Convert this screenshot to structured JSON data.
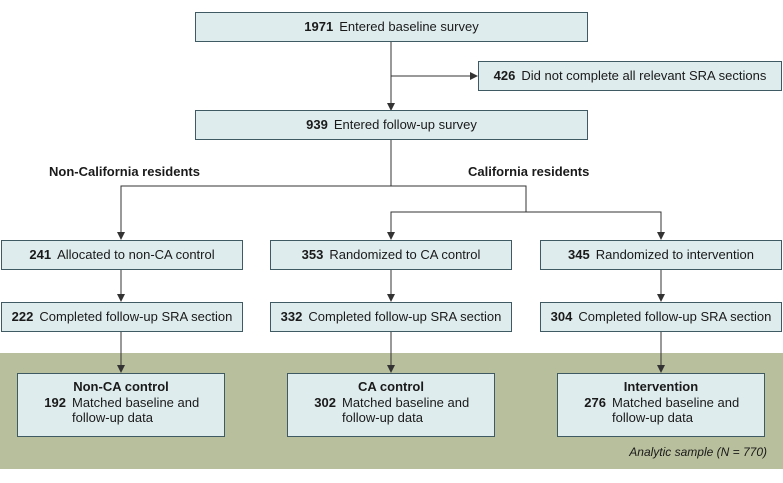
{
  "nodes": {
    "baseline": {
      "num": "1971",
      "text": "Entered baseline survey"
    },
    "excluded": {
      "num": "426",
      "text": "Did not complete all relevant SRA sections"
    },
    "followup": {
      "num": "939",
      "text": "Entered follow-up survey"
    },
    "noncaAlloc": {
      "num": "241",
      "text": "Allocated to non-CA control"
    },
    "caRand": {
      "num": "353",
      "text": "Randomized to CA control"
    },
    "intRand": {
      "num": "345",
      "text": "Randomized to intervention"
    },
    "noncaComp": {
      "num": "222",
      "text": "Completed follow-up SRA section"
    },
    "caComp": {
      "num": "332",
      "text": "Completed follow-up SRA section"
    },
    "intComp": {
      "num": "304",
      "text": "Completed follow-up SRA section"
    }
  },
  "finals": {
    "nonca": {
      "title": "Non-CA control",
      "num": "192",
      "text": "Matched baseline and follow-up data"
    },
    "ca": {
      "title": "CA control",
      "num": "302",
      "text": "Matched baseline and follow-up data"
    },
    "int": {
      "title": "Intervention",
      "num": "276",
      "text": "Matched baseline and follow-up data"
    }
  },
  "labels": {
    "nonca_residents": "Non-California residents",
    "ca_residents": "California residents",
    "analytic": "Analytic sample (N = 770)"
  },
  "colors": {
    "box_fill": "#dfeced",
    "box_border": "#3f5a63",
    "band": "#b8bf9c",
    "line": "#333333"
  }
}
